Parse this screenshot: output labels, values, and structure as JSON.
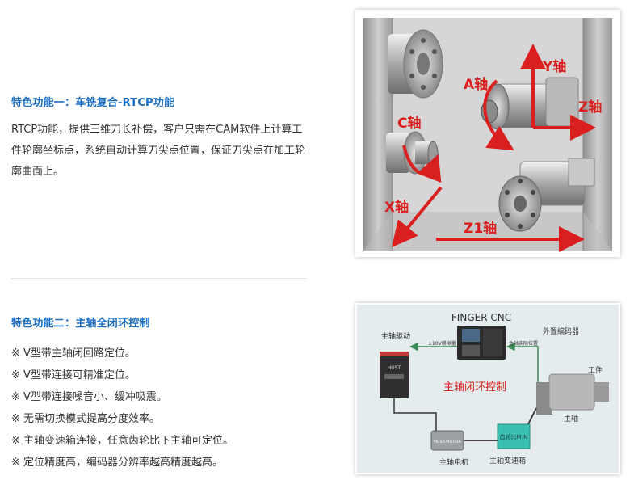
{
  "feature1": {
    "title": "特色功能一：车铣复合-RTCP功能",
    "description": "RTCP功能，提供三维刀长补偿，客户只需在CAM软件上计算工件轮廓坐标点，系统自动计算刀尖点位置，保证刀尖点在加工轮廓曲面上。",
    "figure_labels": {
      "a_axis": "A轴",
      "y_axis": "Y轴",
      "z_axis": "Z轴",
      "c_axis": "C轴",
      "x_axis": "X轴",
      "z1_axis": "Z1轴"
    }
  },
  "feature2": {
    "title": "特色功能二：主轴全闭环控制",
    "bullets": [
      "※ V型带主轴闭回路定位。",
      "※ V型带连接可精准定位。",
      "※ V型带连接噪音小、缓冲吸震。",
      "※ 无需切换模式提高分度效率。",
      "※ 主轴变速箱连接，任意齿轮比下主轴可定位。",
      "※ 定位精度高，编码器分辨率越高精度越高。"
    ],
    "figure_labels": {
      "cnc": "FINGER CNC",
      "spindle_drive": "主轴驱动",
      "voltage_cmd": "±10V模拟量",
      "spindle_position": "主轴实际位置",
      "external_encoder": "外置编码器",
      "workpiece": "工件",
      "closed_loop": "主轴闭环控制",
      "spindle": "主轴",
      "spindle_motor": "主轴电机",
      "gearbox": "主轴变速箱",
      "gear_ratio": "齿轮比M:N",
      "drive_brand": "HUST",
      "motor_brand": "HUST-MOTOR"
    }
  },
  "colors": {
    "accent": "#1a6fc4",
    "arrow_red": "#d9201f",
    "flow_green": "#3a8a55",
    "panel_bg": "#e4ecee"
  }
}
